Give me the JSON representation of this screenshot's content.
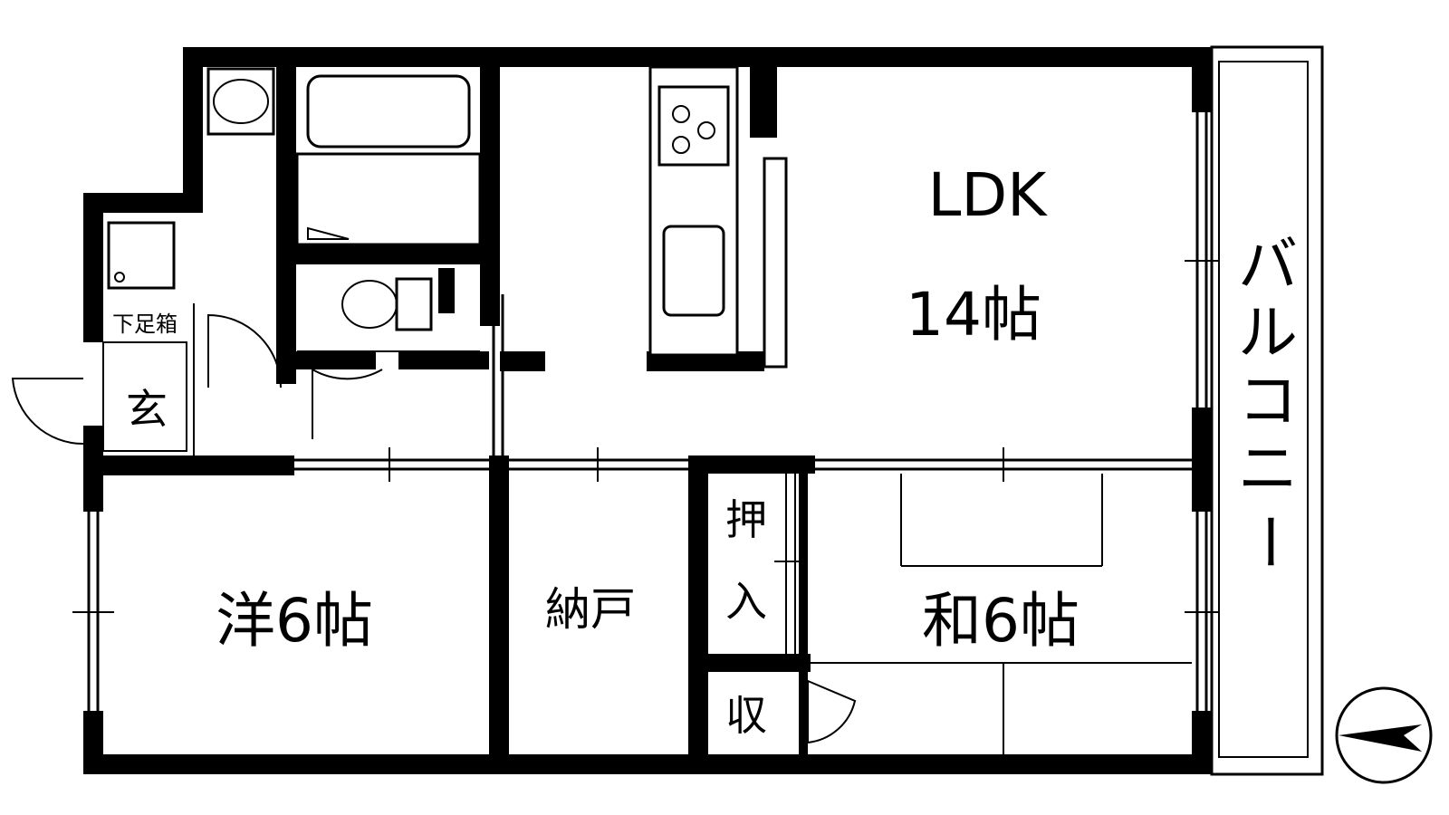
{
  "rooms": {
    "ldk_line1": "LDK",
    "ldk_line2": "14帖",
    "western": "洋6帖",
    "storage_room": "納戸",
    "japanese": "和6帖",
    "entrance": "玄",
    "shoe_cabinet": "下足箱",
    "closet_line1": "押",
    "closet_line2": "入",
    "storage": "収",
    "balcony_chars": [
      "バ",
      "ル",
      "コ",
      "ニ",
      "ー"
    ]
  },
  "compass": {
    "direction": "west"
  },
  "colors": {
    "wall": "#000000",
    "background": "#ffffff"
  }
}
